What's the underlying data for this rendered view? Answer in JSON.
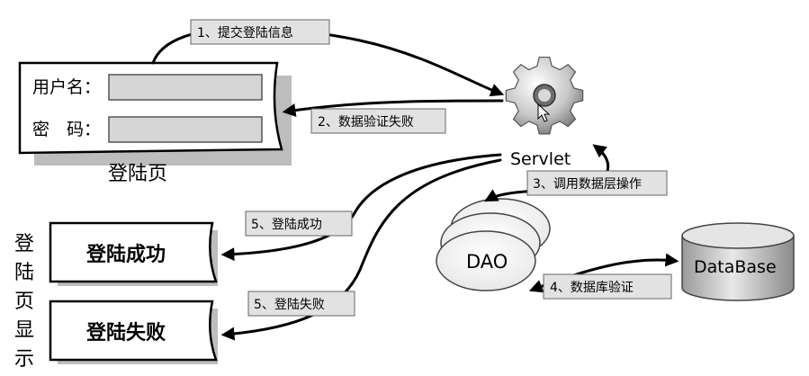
{
  "login_page": {
    "username_label": "用户名：",
    "password_label": "密　码：",
    "caption": "登陆页"
  },
  "servlet": {
    "label": "Servlet"
  },
  "dao": {
    "label": "DAO"
  },
  "database": {
    "label": "DataBase"
  },
  "result_boxes": {
    "success": "登陆成功",
    "failure": "登陆失败"
  },
  "vertical_caption": [
    "登",
    "陆",
    "页",
    "显",
    "示"
  ],
  "arrow_labels": {
    "step1": "1、提交登陆信息",
    "step2": "2、数据验证失败",
    "step3": "3、调用数据层操作",
    "step4": "4、数据库验证",
    "step5a": "5、登陆成功",
    "step5b": "5、登陆失败"
  },
  "icons": {
    "servlet": "gear-icon",
    "cursor": "mouse-cursor-icon",
    "database": "database-cylinder-icon"
  },
  "colors": {
    "label_bg": "#e2e2e2",
    "field_bg": "#d6d6d6",
    "shadow": "#bdbdbd"
  }
}
